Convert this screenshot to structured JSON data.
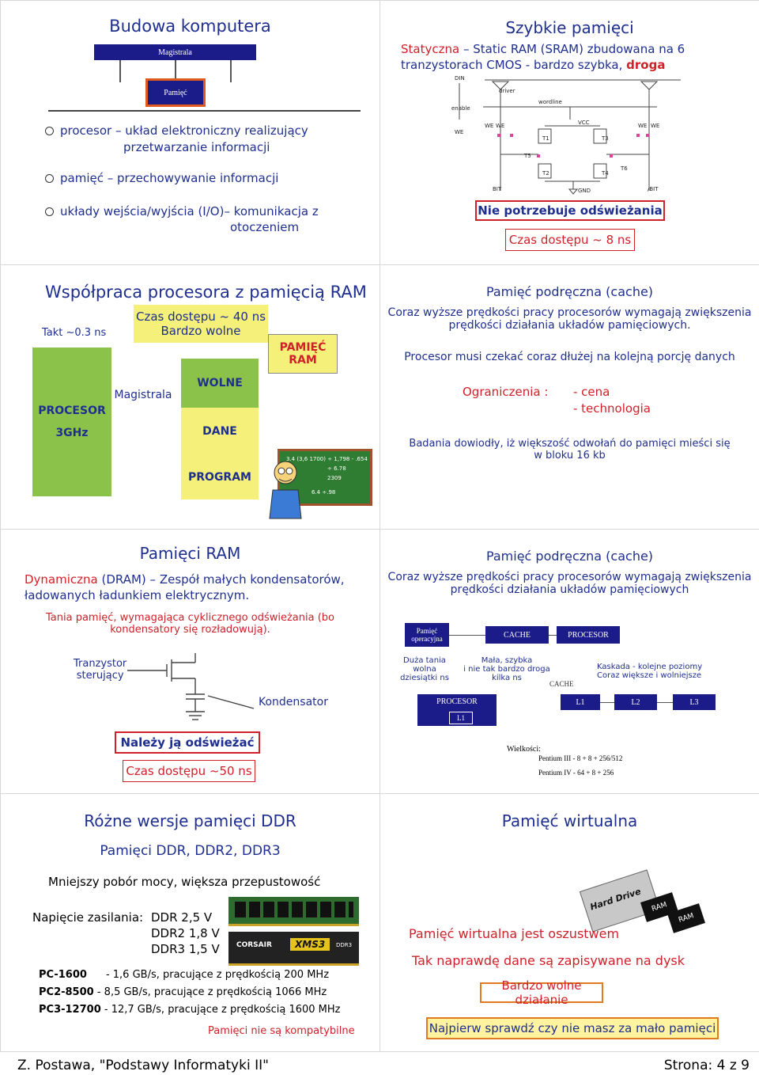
{
  "s1": {
    "title": "Budowa komputera",
    "bus_label": "Magistrala",
    "mem_label": "Pamięć",
    "bullets": [
      "procesor – układ elektroniczny realizujący",
      "przetwarzanie informacji",
      "pamięć – przechowywanie informacji",
      "układy wejścia/wyjścia (I/O)– komunikacja z",
      "otoczeniem"
    ]
  },
  "s2": {
    "title": "Szybkie pamięci",
    "static_word": "Statyczna",
    "desc_1": "– Static RAM (SRAM) zbudowana na 6",
    "desc_2": "tranzystorach CMOS - bardzo szybka, ",
    "desc_2_red": "droga",
    "labels": [
      "DIN",
      "driver",
      "wordline",
      "enable",
      "WE",
      "WE",
      "WE",
      "VCC",
      "T1",
      "T3",
      "T5",
      "T2",
      "T4",
      "T6",
      "WE",
      "WE",
      "BIT",
      "GND",
      "/BIT"
    ],
    "no_refresh": "Nie potrzebuje odświeżania",
    "access_time": "Czas dostępu ~ 8 ns"
  },
  "s3": {
    "title": "Współpraca procesora z pamięcią RAM",
    "takt": "Takt ~0.3 ns",
    "access_1": "Czas dostępu ~ 40 ns",
    "access_2": "Bardzo wolne",
    "ram_1": "PAMIĘĆ",
    "ram_2": "RAM",
    "magistrala": "Magistrala",
    "wolne": "WOLNE",
    "procesor": "PROCESOR",
    "ghz": "3GHz",
    "dane": "DANE",
    "program": "PROGRAM",
    "board_1": "3.4 (3,6 1700) ÷ 1,798 - .654",
    "board_2": "÷ 6.78",
    "board_3": "2309",
    "board_4": "6.4 ÷.98"
  },
  "s4": {
    "title": "Pamięć podręczna (cache)",
    "p1a": "Coraz wyższe prędkości pracy procesorów wymagają zwiększenia",
    "p1b": "prędkości działania układów pamięciowych.",
    "p2": "Procesor musi czekać coraz dłużej na kolejną porcję danych",
    "ogr": "Ograniczenia :",
    "cena": "- cena",
    "tech": "- technologia",
    "bad1": "Badania dowiodły, iż większość odwołań do pamięci mieści się",
    "bad2": "w bloku 16 kb"
  },
  "s5": {
    "title": "Pamięci RAM",
    "dyn": "Dynamiczna",
    "dyn_rest": "(DRAM) – Zespół małych kondensatorów,",
    "dyn_2": "ładowanych ładunkiem elektrycznym.",
    "cheap_1": "Tania pamięć, wymagająca cyklicznego odświeżania (bo",
    "cheap_2": "kondensatory się rozładowują).",
    "tr_1": "Tranzystor",
    "tr_2": "sterujący",
    "kond": "Kondensator",
    "refresh": "Należy ją odświeżać",
    "access": "Czas dostępu ~50 ns"
  },
  "s6": {
    "title": "Pamięć podręczna (cache)",
    "p1a": "Coraz wyższe prędkości pracy procesorów wymagają zwiększenia",
    "p1b": "prędkości działania układów pamięciowych",
    "op_1": "Pamięć",
    "op_2": "operacyjna",
    "cache": "CACHE",
    "procesor": "PROCESOR",
    "d1": "Duża tania",
    "d2": "wolna",
    "d3": "dziesiątki ns",
    "m1": "Mała, szybka",
    "m2": "i nie tak bardzo droga",
    "m3": "kilka ns",
    "cache2": "CACHE",
    "k1": "Kaskada - kolejne poziomy",
    "k2": "Coraz większe i wolniejsze",
    "proc2": "PROCESOR",
    "l1": "L1",
    "l1b": "L1",
    "l2": "L2",
    "l3": "L3",
    "wiel": "Wielkości:",
    "p3": "Pentium III - 8 + 8 + 256/512",
    "p4": "Pentium IV - 64 + 8 + 256"
  },
  "s7": {
    "title": "Różne wersje pamięci DDR",
    "sub": "Pamięci DDR, DDR2, DDR3",
    "line1": "Mniejszy pobór mocy, większa przepustowość",
    "nap": "Napięcie zasilania:",
    "v1": "DDR 2,5 V",
    "v2": "DDR2 1,8 V",
    "v3": "DDR3 1,5 V",
    "pc1a": "PC-1600",
    "pc1b": "- 1,6 GB/s, pracujące z prędkością 200 MHz",
    "pc2a": "PC2-8500",
    "pc2b": "- 8,5 GB/s, pracujące z prędkością 1066 MHz",
    "pc3a": "PC3-12700",
    "pc3b": "- 12,7 GB/s, pracujące z prędkością 1600 MHz",
    "incompat": "Pamięci nie są kompatybilne",
    "corsair": "CORSAIR",
    "xms": "XMS3",
    "ddr": "DDR3"
  },
  "s8": {
    "title": "Pamięć wirtualna",
    "l1": "Pamięć wirtualna jest oszustwem",
    "l2": "Tak naprawdę dane są zapisywane na dysk",
    "l3": "Bardzo wolne działanie",
    "l4": "Najpierw sprawdź czy nie masz za mało pamięci",
    "hdd": "Hard Drive",
    "ram1": "RAM",
    "ram2": "RAM"
  },
  "footer": {
    "left": "Z. Postawa, \"Podstawy Informatyki II\"",
    "right": "Strona: 4 z 9"
  }
}
